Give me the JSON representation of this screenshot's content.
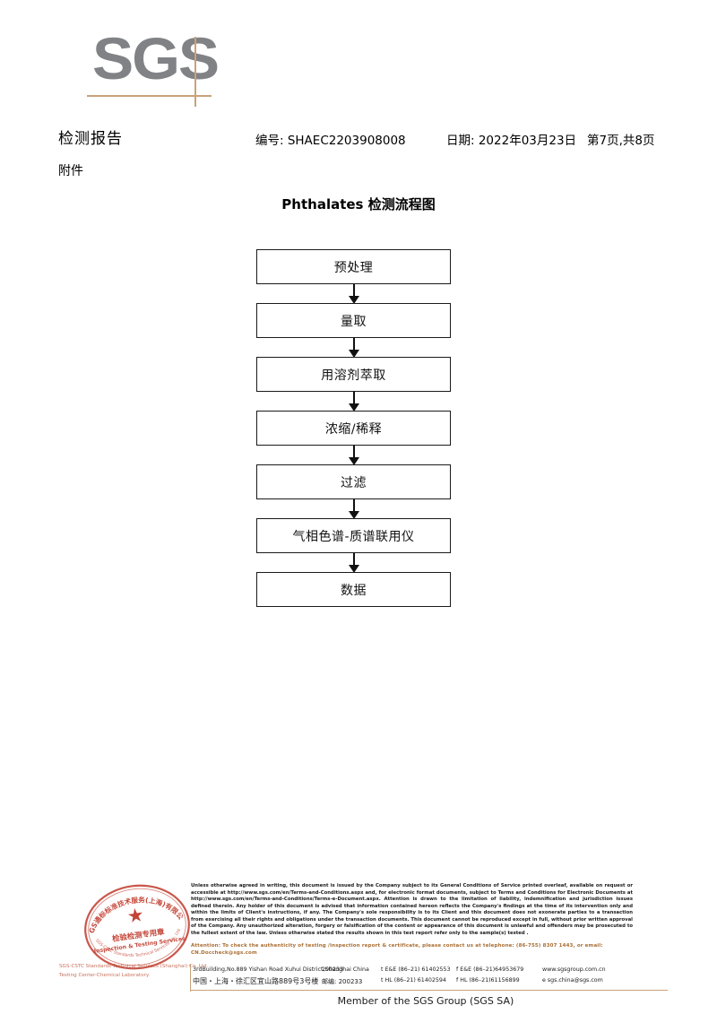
{
  "logo": {
    "brand": "SGS",
    "accent_color": "#c8a27a",
    "brand_color": "#808285"
  },
  "header": {
    "title": "检测报告",
    "attachment_label": "附件",
    "report_no": "编号: SHAEC2203908008",
    "date": "日期: 2022年03月23日",
    "page": "第7页,共8页"
  },
  "flowchart": {
    "title": "Phthalates 检测流程图",
    "nodes": [
      {
        "label": "预处理"
      },
      {
        "label": "量取"
      },
      {
        "label": "用溶剂萃取"
      },
      {
        "label": "浓缩/稀释"
      },
      {
        "label": "过滤"
      },
      {
        "label": "气相色谱-质谱联用仪"
      },
      {
        "label": "数据"
      }
    ]
  },
  "stamp": {
    "ring_text_cn": "SGS通标标准技术服务(上海)有限公司",
    "ring_text_en": "SGS-CSTC Standards Technical Services Co., Ltd.",
    "inner_cn": "检验检测专用章",
    "inner_en": "Inspection & Testing Services",
    "star": "★",
    "subtitle_line1": "SGS-CSTC Standards Technical Services (Shanghai) Co.,Ltd.",
    "subtitle_line2": "Testing Center-Chemical Laboratory.",
    "color": "#c0392b"
  },
  "footer": {
    "legal": "Unless otherwise agreed in writing, this document is issued by the Company subject to its General Conditions of Service printed overleaf, available on request or accessible at http://www.sgs.com/en/Terms-and-Conditions.aspx and, for electronic format documents, subject to Terms and Conditions for Electronic Documents at http://www.sgs.com/en/Terms-and-Conditions/Terms-e-Document.aspx. Attention is drawn to the limitation of liability, indemnification and jurisdiction issues defined therein. Any holder of this document is advised that information contained hereon reflects the Company's findings at the time of its intervention only and within the limits of Client's instructions, if any. The Company's sole responsibility is to its Client and this document does not exonerate parties to a transaction from exercising all their rights and obligations under the transaction documents. This document cannot be reproduced except in full, without prior written approval of the Company. Any unauthorized alteration, forgery or falsification of the content or appearance of this document is unlawful and offenders may be prosecuted to the fullest extent of the law. Unless otherwise stated the results shown in this test report refer only to the sample(s) tested .",
    "attention": "Attention: To check the authenticity of testing /inspection report & certificate, please contact us at telephone: (86-755) 8307 1443, or email: CN.Doccheck@sgs.com",
    "address_en": {
      "address": "3rdBuilding,No.889 Yishan Road Xuhui District,Shanghai China",
      "zip": "200233",
      "tel1": "t E&E (86–21) 61402553",
      "tel2": "f E&E (86–21)64953679",
      "contact": "www.sgsgroup.com.cn"
    },
    "address_cn": {
      "address": "中国・上海・徐汇区宜山路889号3号楼",
      "zip": "邮编: 200233",
      "tel1": "t HL (86–21) 61402594",
      "tel2": "f HL (86–21)61156899",
      "contact": "e sgs.china@sgs.com"
    },
    "member": "Member of the SGS Group (SGS SA)",
    "accent_color": "#c8a27a"
  }
}
